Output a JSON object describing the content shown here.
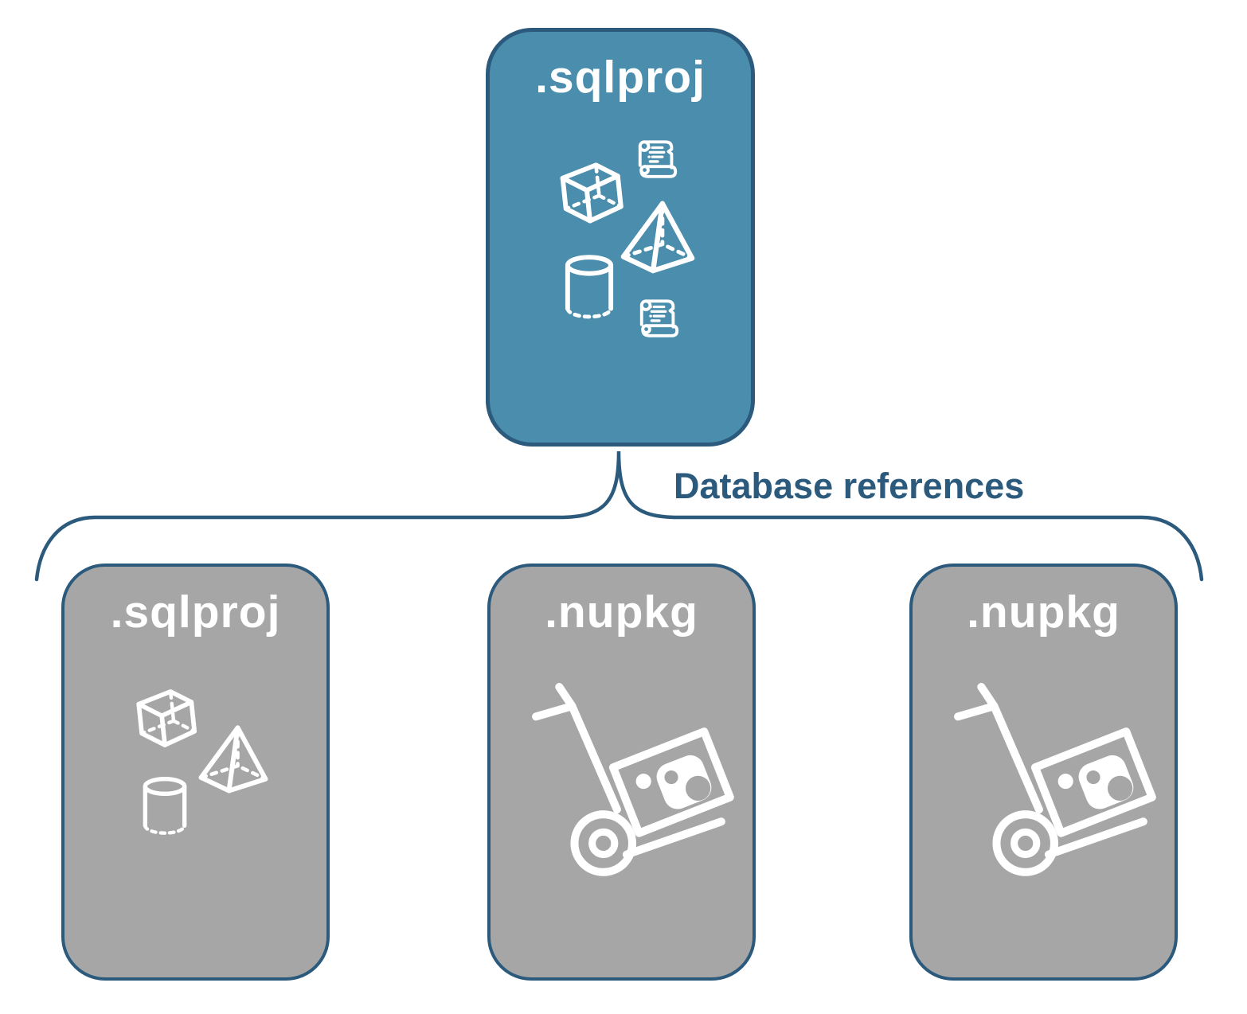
{
  "root_node": {
    "label": ".sqlproj",
    "fill": "#4a8dac",
    "icons": [
      "cube-icon",
      "scroll-icon",
      "pyramid-icon",
      "cylinder-icon",
      "scroll-icon"
    ]
  },
  "connector": {
    "label": "Database references",
    "line_color": "#2b5a7d"
  },
  "child_nodes": [
    {
      "label": ".sqlproj",
      "fill": "#a6a6a6",
      "icons": [
        "cube-icon",
        "pyramid-icon",
        "cylinder-icon"
      ]
    },
    {
      "label": ".nupkg",
      "fill": "#a6a6a6",
      "icons": [
        "hand-truck-package-icon"
      ]
    },
    {
      "label": ".nupkg",
      "fill": "#a6a6a6",
      "icons": [
        "hand-truck-package-icon"
      ]
    }
  ],
  "colors": {
    "accent_fill": "#4a8dac",
    "muted_fill": "#a6a6a6",
    "outline": "#2b5a7d",
    "icon_stroke": "#ffffff"
  }
}
